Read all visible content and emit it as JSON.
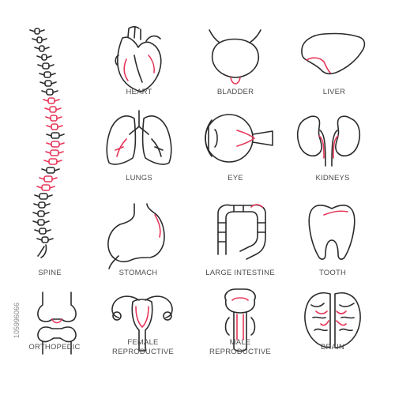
{
  "stock": {
    "id": "105996066"
  },
  "icons": [
    {
      "name": "heart",
      "label": "HEART"
    },
    {
      "name": "bladder",
      "label": "BLADDER"
    },
    {
      "name": "liver",
      "label": "LIVER"
    },
    {
      "name": "lungs",
      "label": "LUNGS"
    },
    {
      "name": "eye",
      "label": "EYE"
    },
    {
      "name": "kidneys",
      "label": "KIDNEYS"
    },
    {
      "name": "spine",
      "label": "SPINE"
    },
    {
      "name": "stomach",
      "label": "STOMACH"
    },
    {
      "name": "large-intestine",
      "label": "LARGE INTESTINE"
    },
    {
      "name": "tooth",
      "label": "TOOTH"
    },
    {
      "name": "orthopedic",
      "label": "ORTHOPEDIC"
    },
    {
      "name": "female-reproductive",
      "label_line1": "FEMALE",
      "label_line2": "REPRODUCTIVE"
    },
    {
      "name": "male-reproductive",
      "label_line1": "MALE",
      "label_line2": "REPRODUCTIVE"
    },
    {
      "name": "brain",
      "label": "BRAIN"
    }
  ],
  "colors": {
    "stroke": "#2b2b2b",
    "accent": "#e8375a",
    "label": "#4d4d4d"
  }
}
